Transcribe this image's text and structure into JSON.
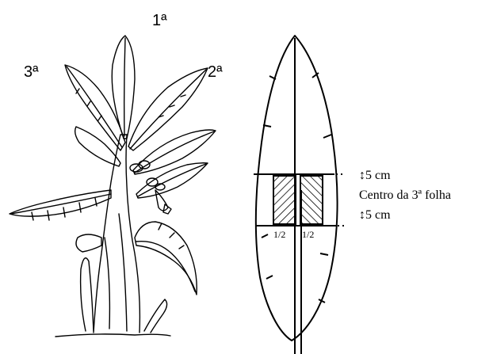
{
  "plant_labels": {
    "first": "1ª",
    "second": "2ª",
    "third": "3ª"
  },
  "leaf_annotations": {
    "top_distance": "↕5 cm",
    "center_label": "Centro da 3ª folha",
    "bottom_distance": "↕5 cm",
    "left_half": "1/2",
    "right_half": "1/2"
  }
}
